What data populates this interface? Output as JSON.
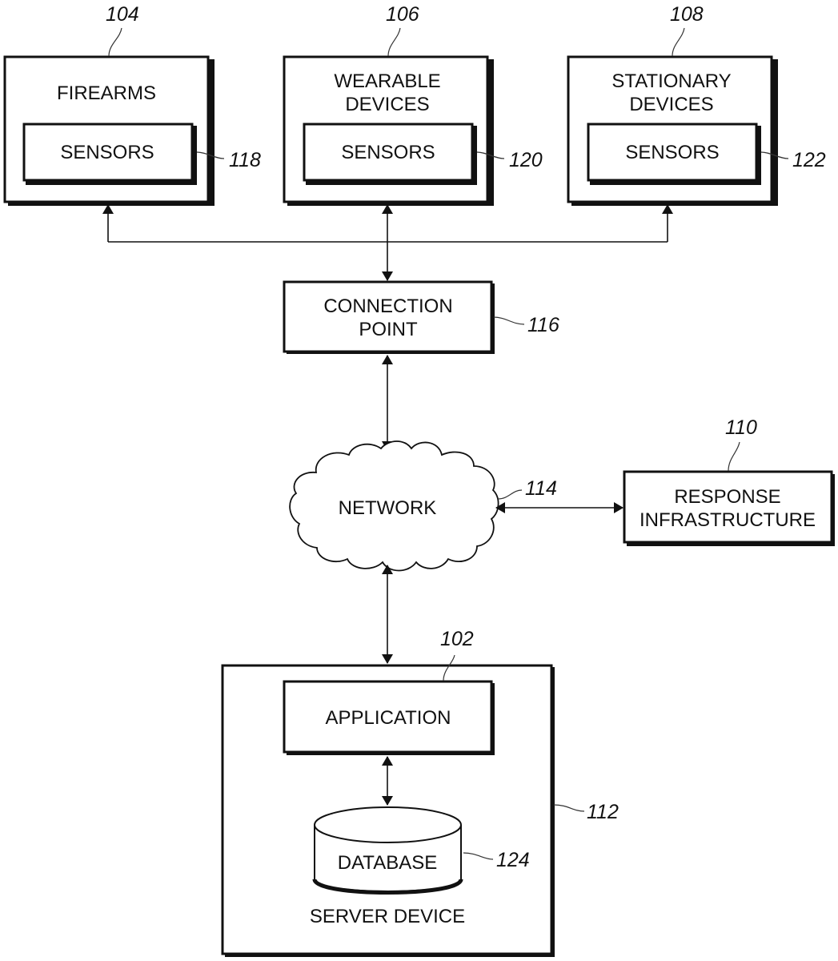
{
  "diagram": {
    "nodes": {
      "firearms": {
        "label_lines": [
          "FIREARMS"
        ],
        "ref": "104",
        "sensors": {
          "label": "SENSORS",
          "ref": "118"
        }
      },
      "wearable": {
        "label_lines": [
          "WEARABLE",
          "DEVICES"
        ],
        "ref": "106",
        "sensors": {
          "label": "SENSORS",
          "ref": "120"
        }
      },
      "stationary": {
        "label_lines": [
          "STATIONARY",
          "DEVICES"
        ],
        "ref": "108",
        "sensors": {
          "label": "SENSORS",
          "ref": "122"
        }
      },
      "connection_point": {
        "label_lines": [
          "CONNECTION",
          "POINT"
        ],
        "ref": "116"
      },
      "network": {
        "label": "NETWORK",
        "ref": "114"
      },
      "response_infrastructure": {
        "label_lines": [
          "RESPONSE",
          "INFRASTRUCTURE"
        ],
        "ref": "110"
      },
      "server_device": {
        "label": "SERVER DEVICE",
        "ref": "112"
      },
      "application": {
        "label": "APPLICATION",
        "ref": "102"
      },
      "database": {
        "label": "DATABASE",
        "ref": "124"
      }
    },
    "edges": [
      {
        "from": "connection_point",
        "to": "firearms",
        "direction": "to"
      },
      {
        "from": "connection_point",
        "to": "wearable",
        "direction": "bidirectional"
      },
      {
        "from": "connection_point",
        "to": "stationary",
        "direction": "to"
      },
      {
        "from": "connection_point",
        "to": "network",
        "direction": "bidirectional"
      },
      {
        "from": "network",
        "to": "response_infrastructure",
        "direction": "bidirectional"
      },
      {
        "from": "network",
        "to": "server_device",
        "direction": "bidirectional"
      },
      {
        "from": "application",
        "to": "database",
        "direction": "bidirectional"
      }
    ]
  }
}
